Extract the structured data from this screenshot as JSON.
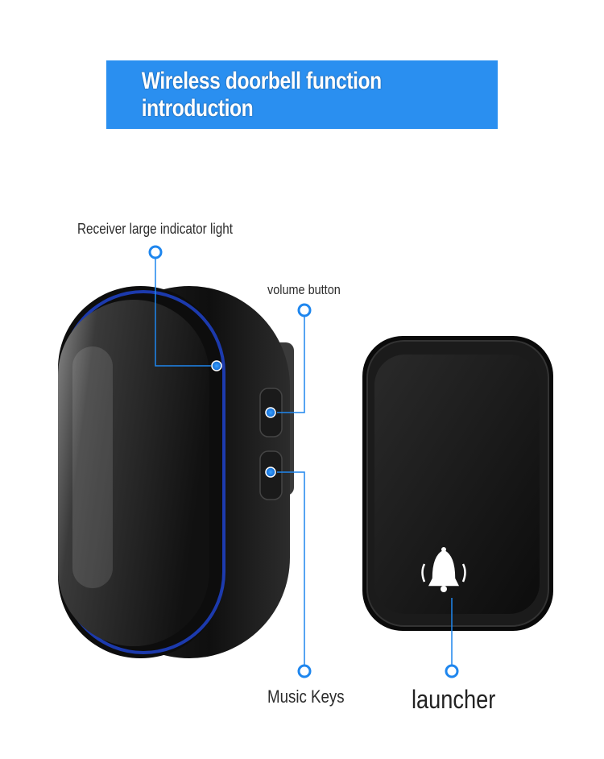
{
  "banner": {
    "title": "Wireless doorbell function introduction"
  },
  "callouts": {
    "indicator": "Receiver large indicator light",
    "volume": "volume button",
    "music": "Music Keys",
    "launcher": "launcher"
  },
  "colors": {
    "accent_blue": "#2a8ff0",
    "device_black": "#1a1a1a",
    "indicator_ring": "#1e3fbf"
  }
}
